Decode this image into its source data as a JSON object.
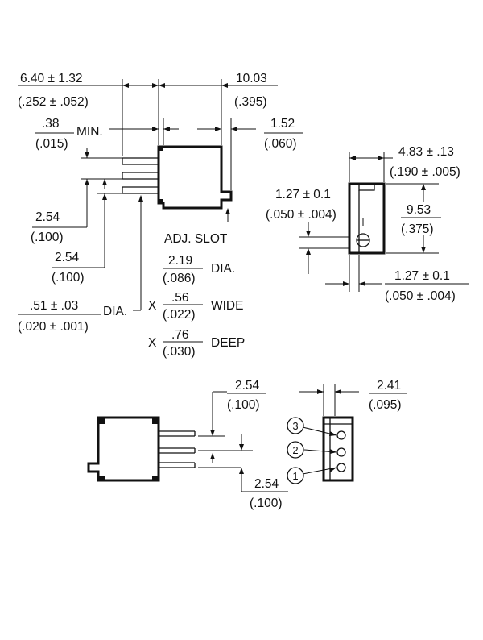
{
  "dims": {
    "body_length_mm": "6.40 ± 1.32",
    "body_length_in": "(.252 ± .052)",
    "overall_mm": "10.03",
    "overall_in": "(.395)",
    "standoff_min_mm": ".38",
    "standoff_min_in": "(.015)",
    "min_word": "MIN.",
    "tab_mm": "1.52",
    "tab_in": "(.060)",
    "width_mm": "4.83 ± .13",
    "width_in": "(.190 ± .005)",
    "height_mm": "9.53",
    "height_in": "(.375)",
    "slot_offset_mm": "1.27 ± 0.1",
    "slot_offset_in": "(.050 ± .004)",
    "side_offset_mm": "1.27 ± 0.1",
    "side_offset_in": "(.050 ± .004)",
    "pitch1_mm": "2.54",
    "pitch1_in": "(.100)",
    "pitch2_mm": "2.54",
    "pitch2_in": "(.100)",
    "adj_slot": "ADJ. SLOT",
    "slot_dia_mm": "2.19",
    "slot_dia_in": "(.086)",
    "dia_word": "DIA.",
    "slot_wide_mm": ".56",
    "slot_wide_in": "(.022)",
    "wide_word": "WIDE",
    "slot_deep_mm": ".76",
    "slot_deep_in": "(.030)",
    "deep_word": "DEEP",
    "x1": "X",
    "x2": "X",
    "pin_dia_mm": ".51 ± .03",
    "pin_dia_in": "(.020 ± .001)",
    "pin_dia_word": "DIA.",
    "bottom_pitch_top_mm": "2.54",
    "bottom_pitch_top_in": "(.100)",
    "bottom_pitch_bot_mm": "2.54",
    "bottom_pitch_bot_in": "(.100)",
    "bottom_side_mm": "2.41",
    "bottom_side_in": "(.095)"
  },
  "pins": [
    "3",
    "2",
    "1"
  ]
}
